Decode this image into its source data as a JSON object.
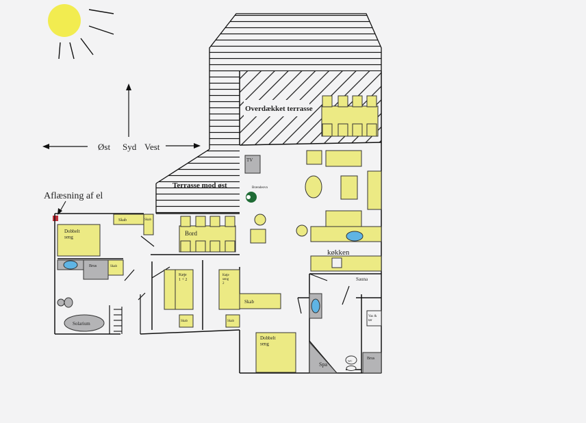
{
  "colors": {
    "background": "#f3f3f4",
    "furniture": "#ecea84",
    "fixture_grey": "#b4b4b6",
    "water_blue": "#5fb4e4",
    "stove_green": "#1f6b35",
    "meter_red": "#c0303a",
    "line": "#111111"
  },
  "compass": {
    "east": "Øst",
    "south": "Syd",
    "west": "Vest"
  },
  "labels": {
    "meter": "Aflæsning af el",
    "covered_terrace": "Overdækket terrasse",
    "east_terrace": "Terrasse mod øst",
    "tv": "TV",
    "stove": "Brændeovn",
    "table": "Bord",
    "kitchen": "køkken",
    "sauna": "Sauna",
    "double_bed_1": "Dobbelt\nseng",
    "double_bed_2": "Dobbelt\nseng",
    "closet_1": "Skab",
    "closet_2": "Skab",
    "closet_3": "Skab",
    "closet_4": "Skab",
    "closet_5": "Skab",
    "closet_6": "Skab",
    "shower_1": "Brus",
    "shower_2": "Brus",
    "solarium": "Solarium",
    "bunk_1": "Køje\n1 + 2",
    "bunk_2": "Køje\nseng\n2",
    "spa": "Spa",
    "washer_dryer": "Vas &\ntør",
    "toilet": "WC"
  },
  "icons": [
    "sun-icon",
    "north-arrow-icon",
    "compass-arrow-east-icon",
    "compass-arrow-west-icon",
    "meter-arrow-icon",
    "wood-stove-icon",
    "electric-meter-icon"
  ]
}
